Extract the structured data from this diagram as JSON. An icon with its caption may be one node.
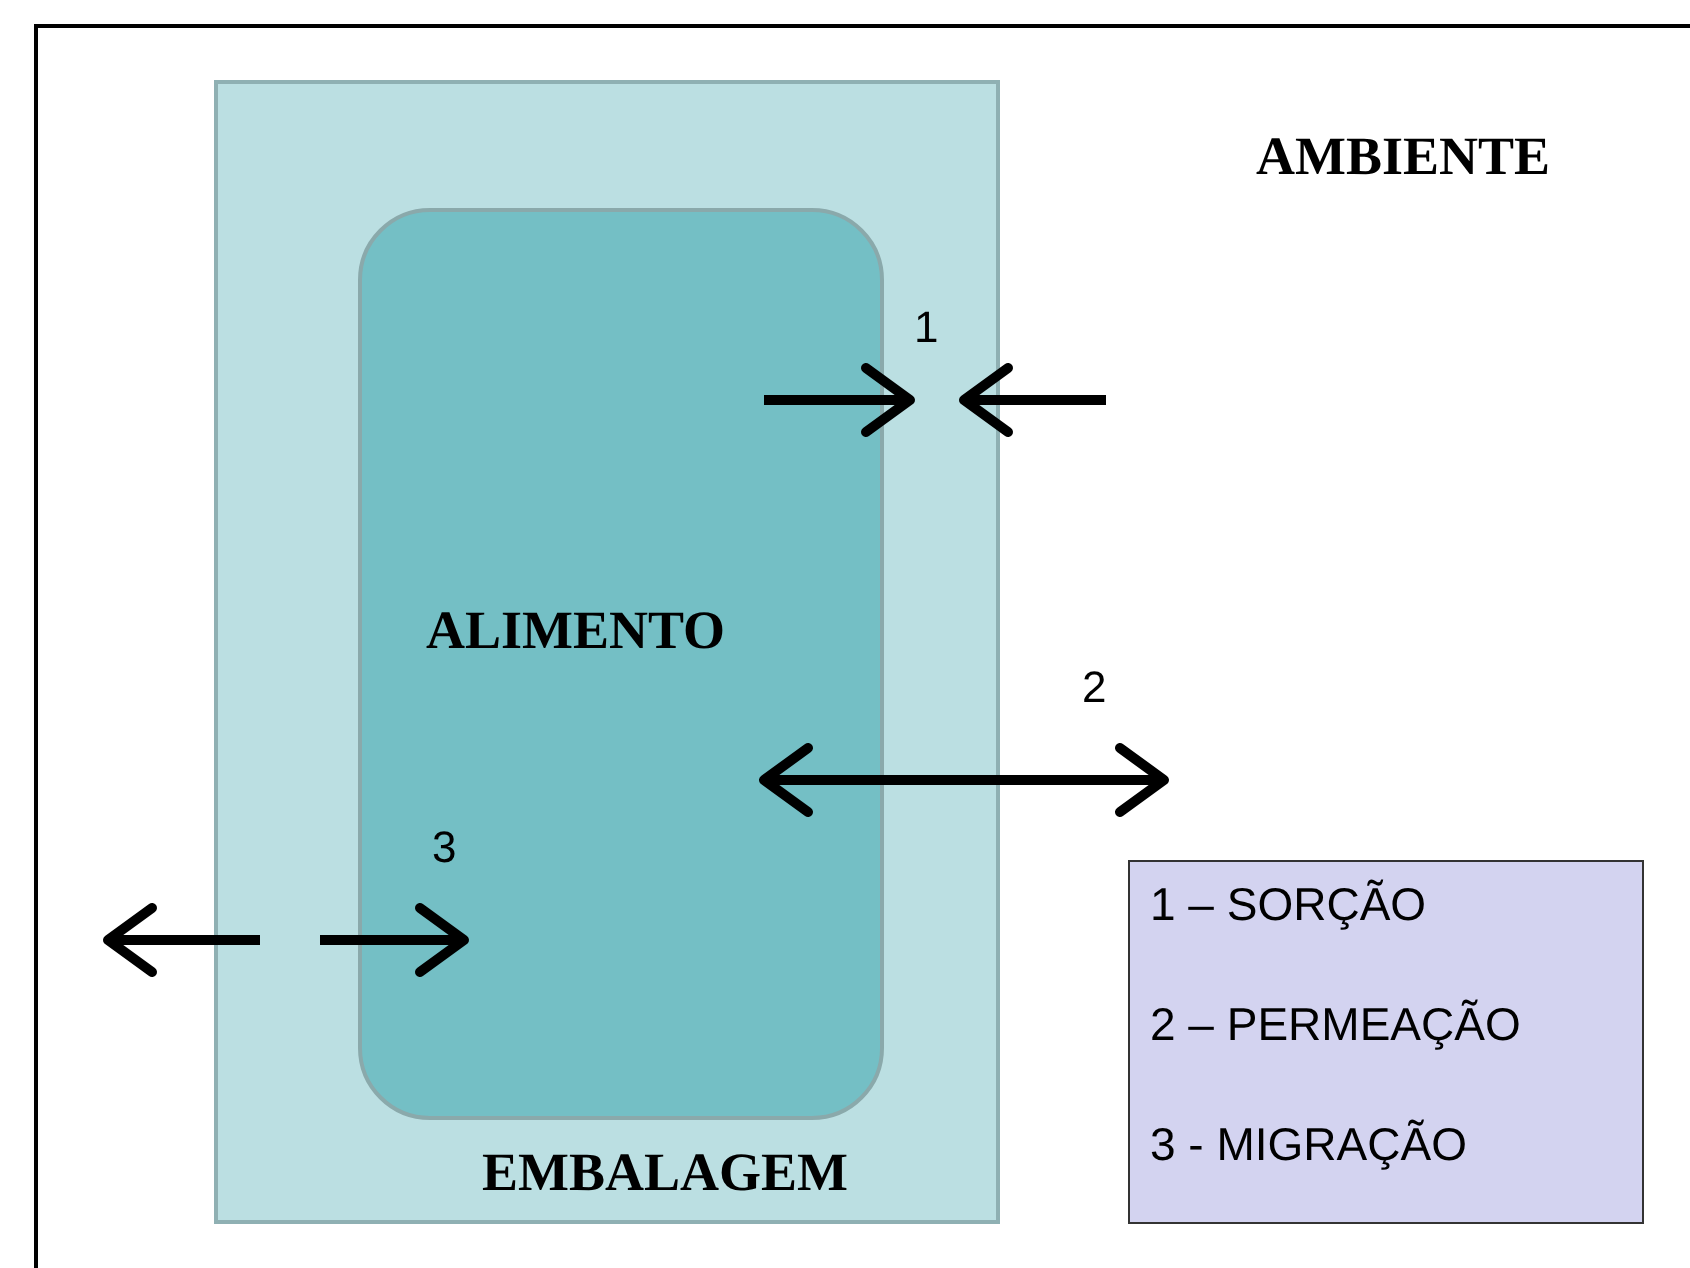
{
  "diagram": {
    "nodes": [
      {
        "text": [
          "EMBALAGEM"
        ]
      },
      {
        "text": [
          "ALIMENTO"
        ],
        "in": 0
      },
      {
        "text": [
          "1 – SORÇÃO",
          "2 – PERMEAÇÃO",
          "3 - MIGRAÇÃO"
        ]
      }
    ],
    "labels": [
      "AMBIENTE",
      "1",
      "2",
      "3"
    ]
  }
}
